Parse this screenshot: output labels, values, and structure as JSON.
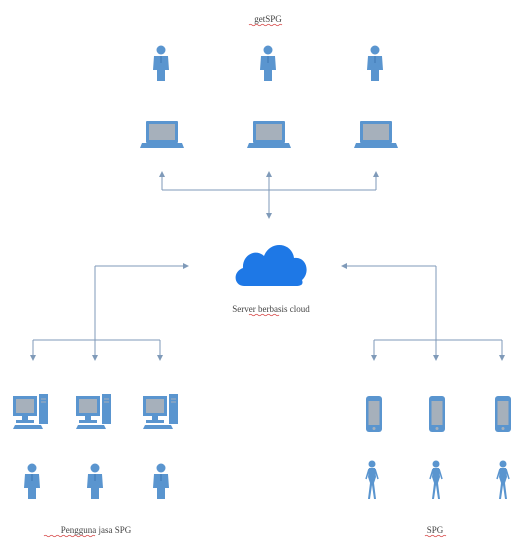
{
  "labels": {
    "top": "getSPG",
    "server": "Server berbasis cloud",
    "bottom_left": "Pengguna jasa SPG",
    "bottom_right": "SPG"
  },
  "colors": {
    "icon": "#5a95cf",
    "icon_dark": "#3f77b3",
    "cloud": "#1e78e6",
    "line": "#7f9ab9",
    "screen": "#a6b0bb",
    "text": "#444444"
  },
  "icons": {
    "top_row": [
      "person-icon",
      "laptop-icon"
    ],
    "left_row": [
      "desktop-computer-icon",
      "person-icon"
    ],
    "right_row": [
      "smartphone-icon",
      "woman-icon"
    ],
    "center": "cloud-icon"
  }
}
